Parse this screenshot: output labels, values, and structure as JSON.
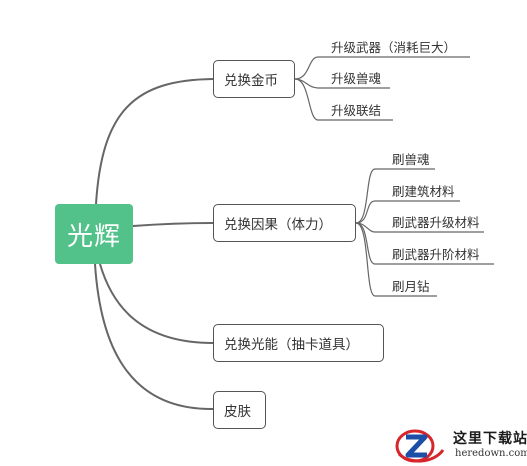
{
  "diagram": {
    "root": {
      "label": "光辉"
    },
    "branches": [
      {
        "label": "兑换金币",
        "children": [
          "升级武器（消耗巨大）",
          "升级兽魂",
          "升级联结"
        ]
      },
      {
        "label": "兑换因果（体力）",
        "children": [
          "刷兽魂",
          "刷建筑材料",
          "刷武器升级材料",
          "刷武器升阶材料",
          "刷月钻"
        ]
      },
      {
        "label": "兑换光能（抽卡道具）",
        "children": []
      },
      {
        "label": "皮肤",
        "children": []
      }
    ]
  },
  "watermark": {
    "title": "这里下载站",
    "url": "heredown.com",
    "colors": {
      "red": "#d6262b",
      "blue": "#1d4fa6"
    }
  },
  "colors": {
    "root_fill": "#52c28a",
    "line": "#666666",
    "node_border": "#555555"
  }
}
